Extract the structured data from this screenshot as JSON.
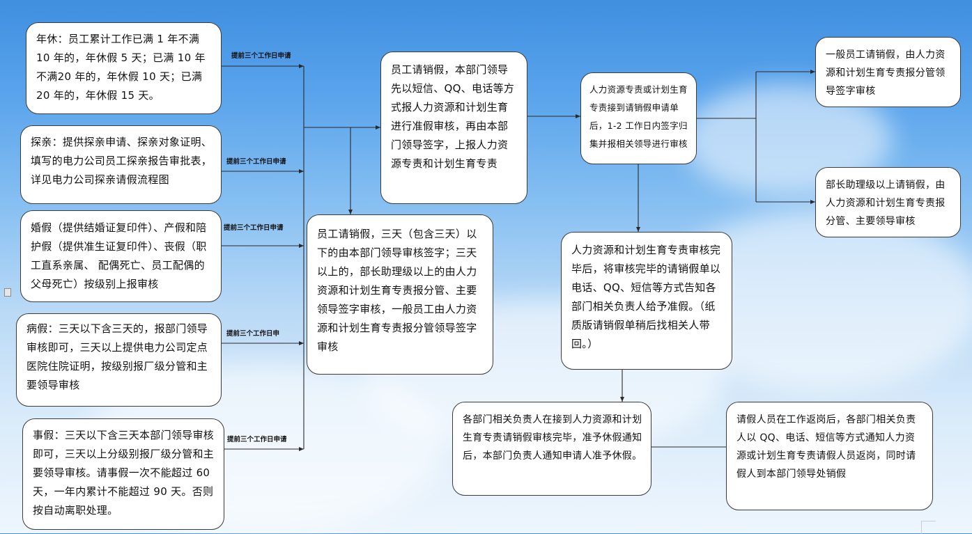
{
  "labels": {
    "advance_3_days_apply": "提前三个工作日申请",
    "advance_3_days_apply_short": "提前三个工作日申"
  },
  "leave_types": {
    "annual": "年休：员工累计工作已满 1 年不满 10 年的，年休假 5 天；已满 10 年不满20 年的，年休假 10 天；已满 20 年的，年休假 15 天。",
    "family_visit": "探亲：提供探亲申请、探亲对象证明、填写的电力公司员工探亲报告审批表，详见电力公司探亲请假流程图",
    "marriage_etc": "婚假（提供结婚证复印件）、产假和陪护假（提供准生证复印件）、丧假（职工直系亲属、 配偶死亡、员工配偶的父母死亡）按级别上报审核",
    "sick": "病假：三天以下含三天的，报部门领导审核即可，三天以上提供电力公司定点医院住院证明，按级别报厂级分管和主要领导审核",
    "personal": "事假：三天以下含三天本部门领导审核即可，三天以上分级别报厂级分管和主要领导审核。请事假一次不能超过 60 天，一年内累计不能超过 90 天。否则按自动离职处理。"
  },
  "process": {
    "dept_leader_verify": "员工请销假，本部门领导先以短信、QQ、电话等方式报人力资源和计划生育进行准假审核，再由本部门领导签字，上报人力资源专责和计划生育专责",
    "approval_rules": "员工请销假，三天（包含三天）以下的由本部门领导审核签字；三天以上的，部长助理级以上的由人力资源和计划生育专责报分管、主要领导签字审核，一般员工由人力资源和计划生育专责报分管领导签字审核",
    "hr_receive": "人力资源专责或计划生育专责接到请销假申请单后，1-2 工作日内签字归集并报相关领导进行审核",
    "general_staff": "一般员工请销假，由人力资源和计划生育专责报分管领导签字审核",
    "assistant_above": "部长助理级以上请销假，由人力资源和计划生育专责报分管、主要领导审核",
    "hr_notify": "人力资源和计划生育专责审核完毕后，将审核完毕的请销假单以电话、QQ、短信等方式告知各部门相关负责人给予准假。（纸质版请销假单稍后找相关人带回。）",
    "dept_notify": "各部门相关负责人在接到人力资源和计划生育专责请销假审核完毕，准予休假通知后，本部门负责人通知申请人准予休假。",
    "return_work": "请假人员在工作返岗后，各部门相关负责人以 QQ、电话、短信等方式通知人力资源或计划生育专责请假人员返岗，同时请假人到本部门领导处销假"
  }
}
